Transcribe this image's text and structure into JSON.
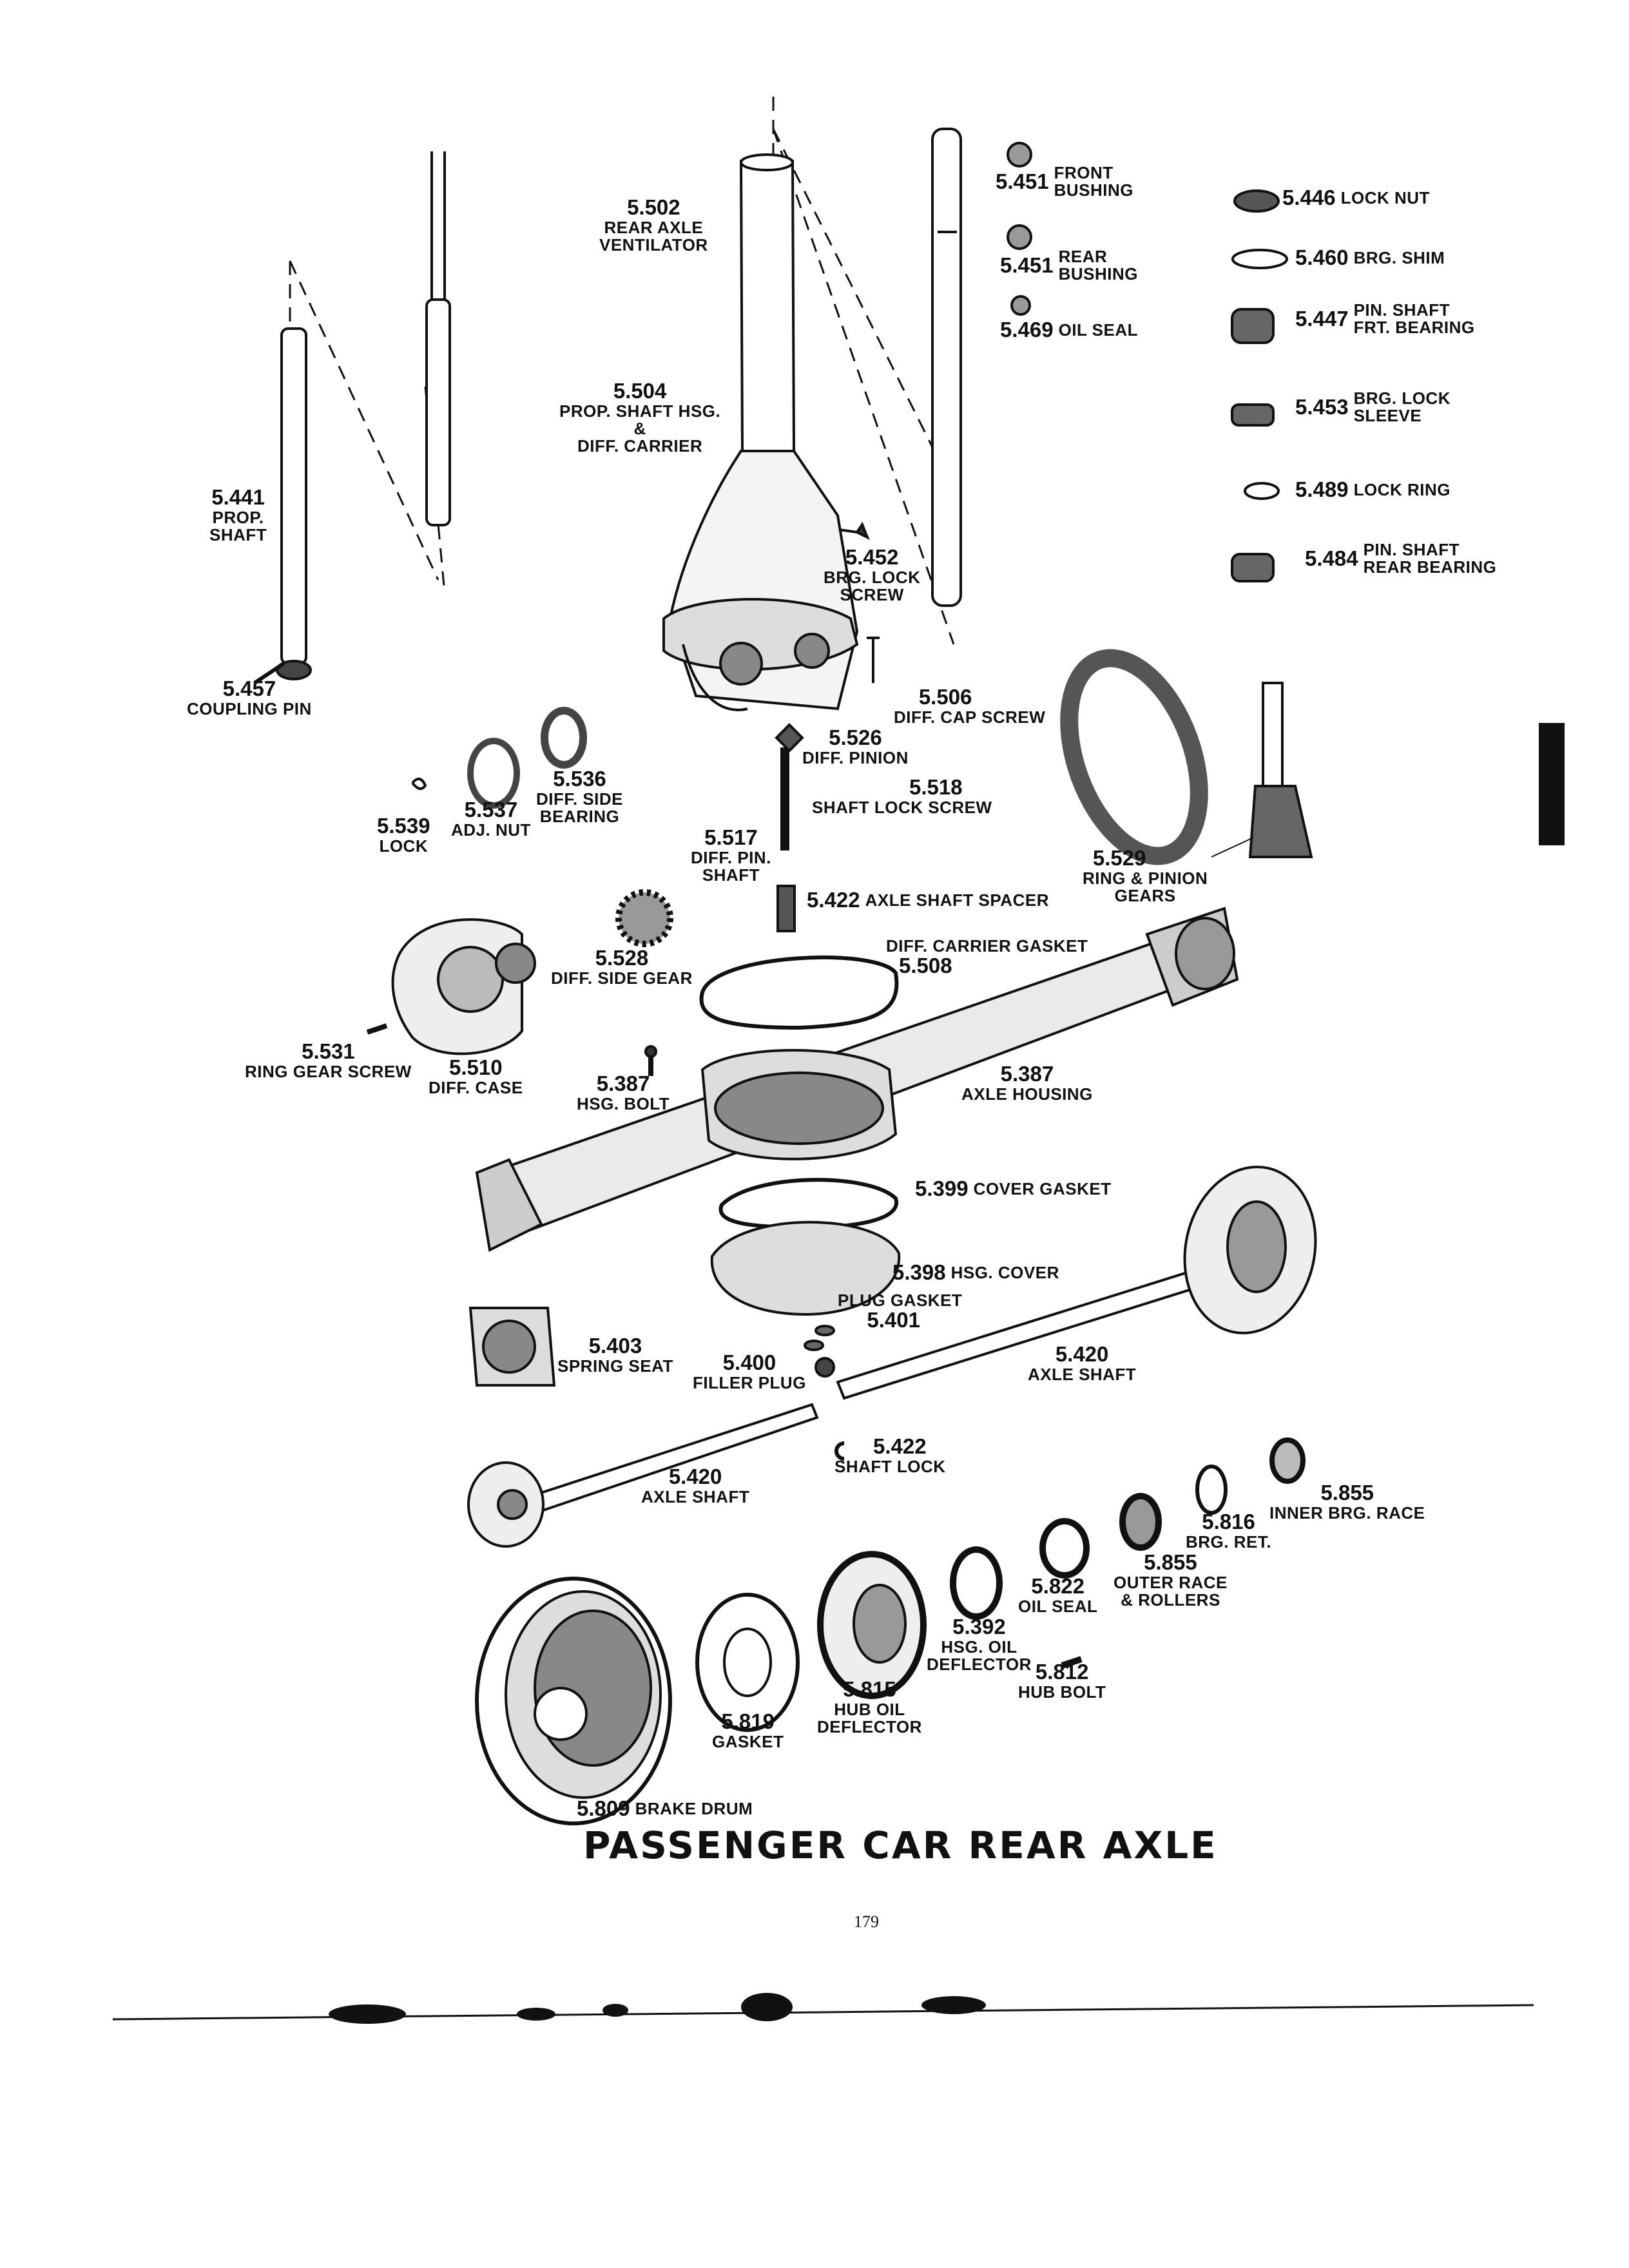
{
  "title": "PASSENGER CAR REAR AXLE",
  "page_number": "179",
  "parts": [
    {
      "id": "p5502",
      "number": "5.502",
      "label": "REAR AXLE\nVENTILATOR"
    },
    {
      "id": "p5451f",
      "number": "5.451",
      "label": "FRONT\nBUSHING"
    },
    {
      "id": "p5451r",
      "number": "5.451",
      "label": "REAR\nBUSHING"
    },
    {
      "id": "p5469",
      "number": "5.469",
      "label": "OIL SEAL"
    },
    {
      "id": "p5446",
      "number": "5.446",
      "label": "LOCK NUT"
    },
    {
      "id": "p5460",
      "number": "5.460",
      "label": "BRG. SHIM"
    },
    {
      "id": "p5447",
      "number": "5.447",
      "label": "PIN. SHAFT\nFRT. BEARING"
    },
    {
      "id": "p5453",
      "number": "5.453",
      "label": "BRG. LOCK\nSLEEVE"
    },
    {
      "id": "p5489",
      "number": "5.489",
      "label": "LOCK RING"
    },
    {
      "id": "p5484",
      "number": "5.484",
      "label": "PIN. SHAFT\nREAR BEARING"
    },
    {
      "id": "p5504",
      "number": "5.504",
      "label": "PROP. SHAFT HSG.\n&\nDIFF. CARRIER"
    },
    {
      "id": "p5441",
      "number": "5.441",
      "label": "PROP.\nSHAFT"
    },
    {
      "id": "p5452",
      "number": "5.452",
      "label": "BRG. LOCK\nSCREW"
    },
    {
      "id": "p5457",
      "number": "5.457",
      "label": "COUPLING PIN"
    },
    {
      "id": "p5506",
      "number": "5.506",
      "label": "DIFF. CAP SCREW"
    },
    {
      "id": "p5526",
      "number": "5.526",
      "label": "DIFF. PINION"
    },
    {
      "id": "p5536",
      "number": "5.536",
      "label": "DIFF. SIDE\nBEARING"
    },
    {
      "id": "p5537",
      "number": "5.537",
      "label": "ADJ. NUT"
    },
    {
      "id": "p5539",
      "number": "5.539",
      "label": "LOCK"
    },
    {
      "id": "p5518",
      "number": "5.518",
      "label": "SHAFT LOCK SCREW"
    },
    {
      "id": "p5517",
      "number": "5.517",
      "label": "DIFF. PIN.\nSHAFT"
    },
    {
      "id": "p5529",
      "number": "5.529",
      "label": "RING & PINION\nGEARS"
    },
    {
      "id": "p5422a",
      "number": "5.422",
      "label": "AXLE SHAFT SPACER"
    },
    {
      "id": "p5528",
      "number": "5.528",
      "label": "DIFF. SIDE GEAR"
    },
    {
      "id": "p5508",
      "number": "5.508",
      "label": "DIFF. CARRIER GASKET"
    },
    {
      "id": "p5531",
      "number": "5.531",
      "label": "RING GEAR SCREW"
    },
    {
      "id": "p5510",
      "number": "5.510",
      "label": "DIFF. CASE"
    },
    {
      "id": "p5387b",
      "number": "5.387",
      "label": "HSG. BOLT"
    },
    {
      "id": "p5387h",
      "number": "5.387",
      "label": "AXLE HOUSING"
    },
    {
      "id": "p5399",
      "number": "5.399",
      "label": "COVER GASKET"
    },
    {
      "id": "p5398",
      "number": "5.398",
      "label": "HSG. COVER"
    },
    {
      "id": "p5401",
      "number": "5.401",
      "label": "PLUG GASKET"
    },
    {
      "id": "p5403",
      "number": "5.403",
      "label": "SPRING SEAT"
    },
    {
      "id": "p5400",
      "number": "5.400",
      "label": "FILLER PLUG"
    },
    {
      "id": "p5420r",
      "number": "5.420",
      "label": "AXLE SHAFT"
    },
    {
      "id": "p5422b",
      "number": "5.422",
      "label": "SHAFT LOCK"
    },
    {
      "id": "p5420l",
      "number": "5.420",
      "label": "AXLE SHAFT"
    },
    {
      "id": "p5855i",
      "number": "5.855",
      "label": "INNER BRG. RACE"
    },
    {
      "id": "p5816",
      "number": "5.816",
      "label": "BRG. RET."
    },
    {
      "id": "p5855o",
      "number": "5.855",
      "label": "OUTER RACE\n& ROLLERS"
    },
    {
      "id": "p5822",
      "number": "5.822",
      "label": "OIL SEAL"
    },
    {
      "id": "p5392",
      "number": "5.392",
      "label": "HSG. OIL\nDEFLECTOR"
    },
    {
      "id": "p5812",
      "number": "5.812",
      "label": "HUB BOLT"
    },
    {
      "id": "p5815",
      "number": "5.815",
      "label": "HUB OIL\nDEFLECTOR"
    },
    {
      "id": "p5819",
      "number": "5.819",
      "label": "GASKET"
    },
    {
      "id": "p5809",
      "number": "5.809",
      "label": "BRAKE DRUM"
    }
  ]
}
